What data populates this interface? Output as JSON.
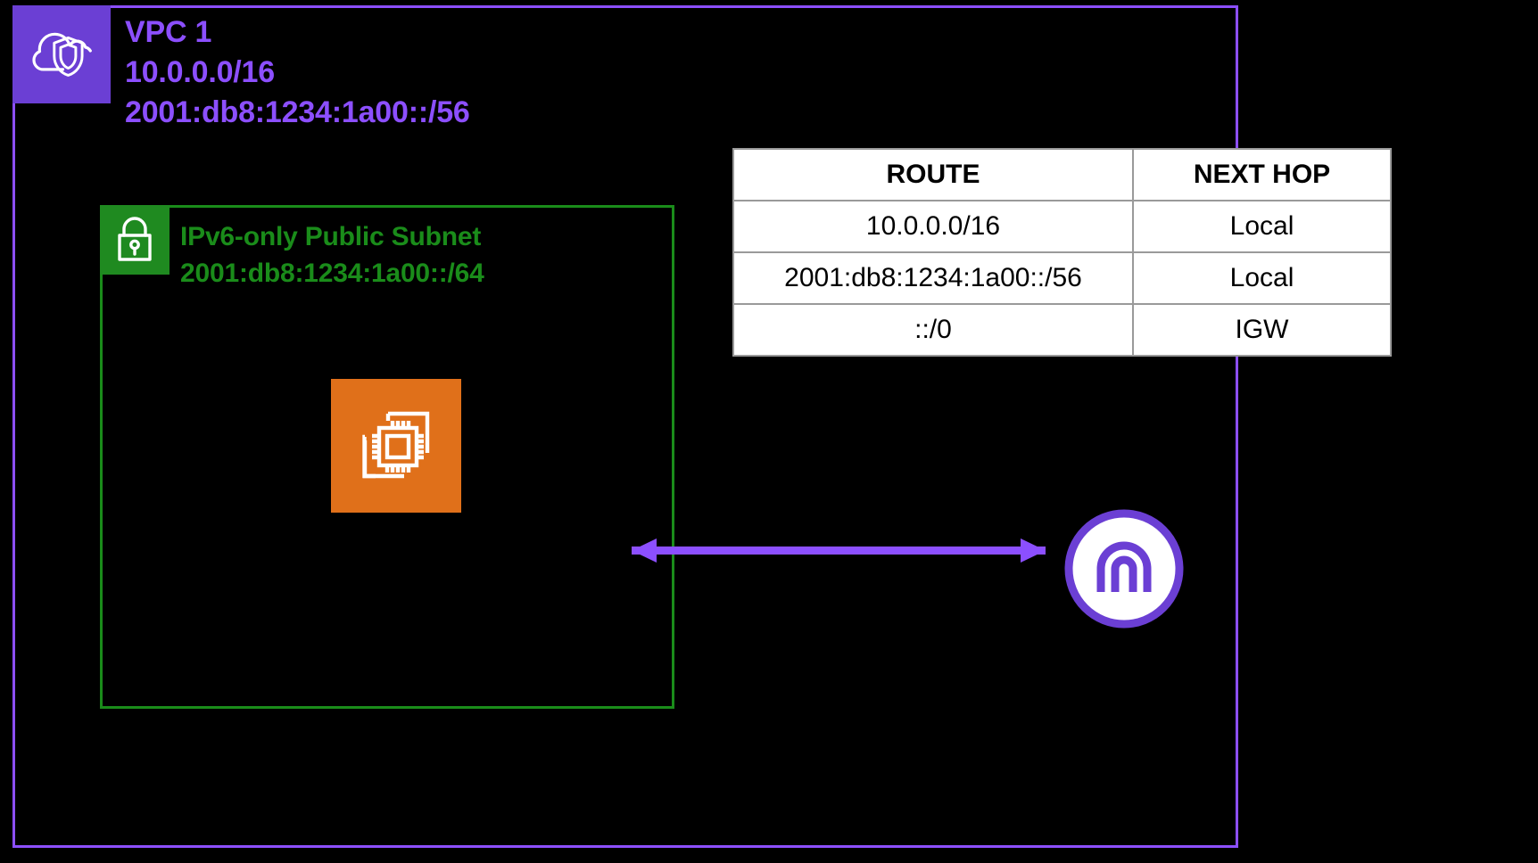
{
  "diagram": {
    "title": "AWS VPC with IPv6-only public subnet",
    "background_color": "#000000",
    "colors": {
      "vpc_purple": "#8c4fff",
      "vpc_tile_purple": "#6b3fd4",
      "subnet_green": "#1a8c1a",
      "subnet_tile_green": "#1f8a20",
      "compute_orange": "#e0701a",
      "table_border": "#9a9a9a",
      "table_background": "#ffffff",
      "table_text": "#000000"
    }
  },
  "vpc": {
    "icon": "vpc-cloud-shield-icon",
    "name": "VPC 1",
    "ipv4_cidr": "10.0.0.0/16",
    "ipv6_cidr": "2001:db8:1234:1a00::/56"
  },
  "subnet": {
    "icon": "subnet-padlock-icon",
    "name": "IPv6-only Public Subnet",
    "ipv6_cidr": "2001:db8:1234:1a00::/64",
    "instance": {
      "icon": "ec2-instances-icon",
      "label": ""
    }
  },
  "route_table": {
    "headers": [
      "ROUTE",
      "NEXT HOP"
    ],
    "rows": [
      {
        "route": "10.0.0.0/16",
        "next_hop": "Local"
      },
      {
        "route": "2001:db8:1234:1a00::/56",
        "next_hop": "Local"
      },
      {
        "route": "::/0",
        "next_hop": "IGW"
      }
    ]
  },
  "internet_gateway": {
    "icon": "internet-gateway-icon",
    "label": ""
  },
  "connector": {
    "icon": "bidirectional-arrow-icon",
    "label": ""
  }
}
